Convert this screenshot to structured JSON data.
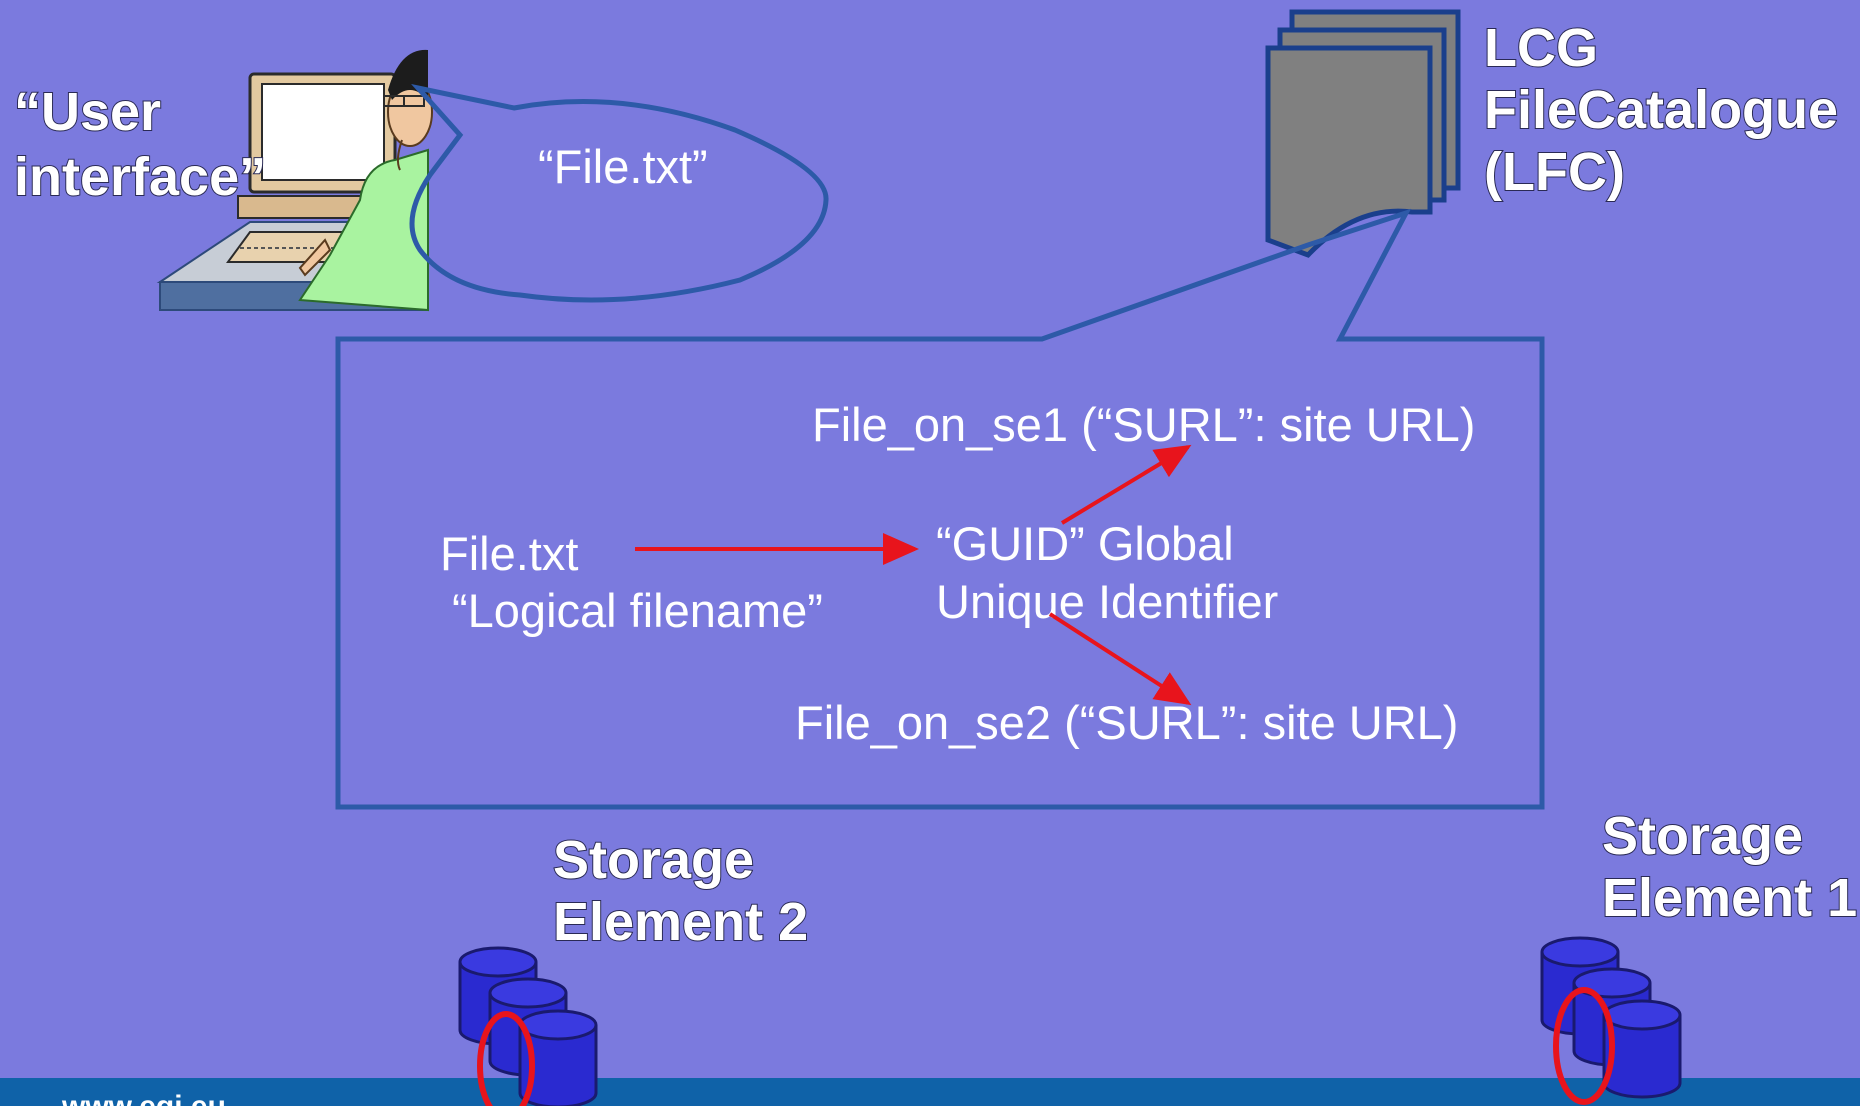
{
  "user_interface": {
    "line1": "“User",
    "line2": "interface”"
  },
  "bubble": {
    "text": "“File.txt”"
  },
  "catalogue": {
    "line1": "LCG",
    "line2": "FileCatalogue",
    "line3": "(LFC)"
  },
  "callout": {
    "logical_name": "File.txt",
    "logical_caption": "“Logical filename”",
    "guid_line1": "“GUID” Global",
    "guid_line2": "Unique Identifier",
    "replica1": "File_on_se1 (“SURL”: site URL)",
    "replica2": "File_on_se2 (“SURL”: site URL)"
  },
  "storage_element_2": {
    "line1": "Storage",
    "line2": "Element 2"
  },
  "storage_element_1": {
    "line1": "Storage",
    "line2": "Element 1"
  },
  "footer": {
    "url": "www.egi.eu"
  },
  "colors": {
    "background": "#7b7ade",
    "outline": "#2d5aa8",
    "arrow": "#e8141c",
    "footer": "#0f62a8",
    "database": "#2a2ad0",
    "document": "#808080"
  }
}
